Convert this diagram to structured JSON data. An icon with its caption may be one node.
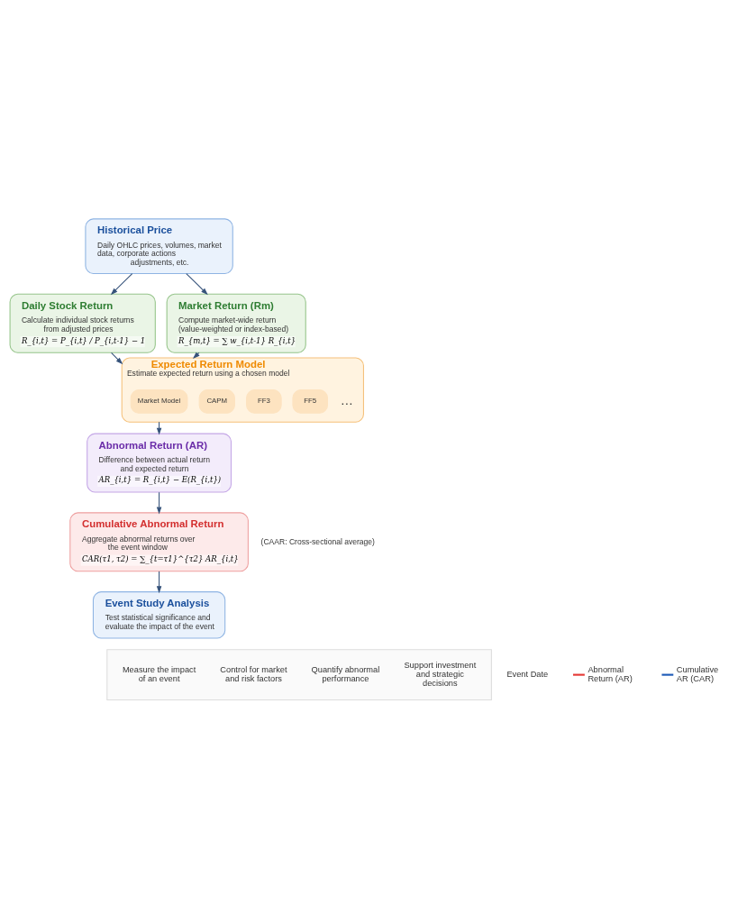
{
  "diagram": {
    "nodes": [
      {
        "text": [
          "Historical Price",
          "Daily OHLC prices, volumes, market data, corporate actions adjustments, etc."
        ]
      },
      {
        "text": [
          "Daily Stock Return",
          "Calculate individual stock returns from adjusted prices",
          "R_{i,t} = P_{i,t} / P_{i,t-1} − 1"
        ]
      },
      {
        "text": [
          "Market Return (Rm)",
          "Compute market-wide return (value-weighted or index-based)",
          "R_{m,t} = ∑ w_{i,t-1} R_{i,t}"
        ]
      },
      {
        "text": [
          "Expected Return Model",
          "Estimate expected return using a chosen model"
        ]
      },
      {
        "text": [
          "Market Model"
        ],
        "in": 3
      },
      {
        "text": [
          "CAPM"
        ],
        "in": 3
      },
      {
        "text": [
          "FF3"
        ],
        "in": 3
      },
      {
        "text": [
          "FF5"
        ],
        "in": 3,
        "beside": [
          "…"
        ]
      },
      {
        "text": [
          "Abnormal Return (AR)",
          "Difference between actual return and expected return",
          "AR_{i,t} = R_{i,t} − E(R_{i,t})"
        ]
      },
      {
        "text": [
          "Cumulative Abnormal Return",
          "Aggregate abnormal returns over the event window",
          "CAR(τ1, τ2) = ∑_{t=τ1}^{τ2} AR_{i,t}"
        ],
        "beside": [
          "(CAAR: Cross-sectional average)"
        ]
      },
      {
        "text": [
          "Event Study Analysis",
          "Test statistical significance and evaluate the impact of the event"
        ]
      },
      {
        "text": [],
        "shape": "box"
      },
      {
        "text": [
          "Measure the impact of an event"
        ],
        "in": 11
      },
      {
        "text": [
          "Control for market and risk factors"
        ],
        "in": 11
      },
      {
        "text": [
          "Quantify abnormal performance"
        ],
        "in": 11
      },
      {
        "text": [
          "Support investment and strategic decisions"
        ],
        "in": 11
      }
    ],
    "edges": [
      {
        "from": 0,
        "to": 1,
        "arrow": "to"
      },
      {
        "from": 0,
        "to": 2,
        "arrow": "to"
      },
      {
        "from": 1,
        "to": 3,
        "arrow": "to"
      },
      {
        "from": 2,
        "to": 3,
        "arrow": "to"
      },
      {
        "from": 3,
        "to": 8,
        "arrow": "to"
      },
      {
        "from": 8,
        "to": 9,
        "arrow": "to"
      },
      {
        "from": 9,
        "to": 10,
        "arrow": "to"
      }
    ],
    "labels": [
      "Event Date"
    ],
    "legend": [
      {
        "text": "Abnormal Return (AR)"
      },
      {
        "text": "Cumulative AR (CAR)"
      }
    ]
  }
}
